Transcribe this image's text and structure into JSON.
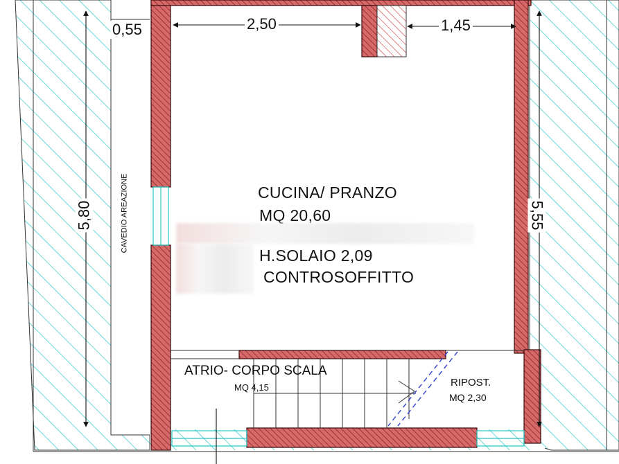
{
  "rooms": {
    "kitchen": {
      "name": "CUCINA/ PRANZO",
      "area": "MQ 20,60",
      "height": "H.SOLAIO 2,09",
      "note": "CONTROSOFFITTO"
    },
    "atrium": {
      "name": "ATRIO- CORPO SCALA",
      "area": "MQ 4,15"
    },
    "storage": {
      "name": "RIPOST.",
      "area": "MQ 2,30"
    },
    "shaft": {
      "name": "CAVEDIO AREAZIONE"
    }
  },
  "dimensions": {
    "top_left": "0,55",
    "top_middle": "2,50",
    "top_right": "1,45",
    "left_height": "5,80",
    "right_height": "5,55"
  },
  "colors": {
    "wall_fill": "#cc5555",
    "wall_hatch": "#8a1a1a",
    "external_hatch": "#22c4c4",
    "stair_line": "#333333",
    "dashed_line": "#3344cc"
  }
}
